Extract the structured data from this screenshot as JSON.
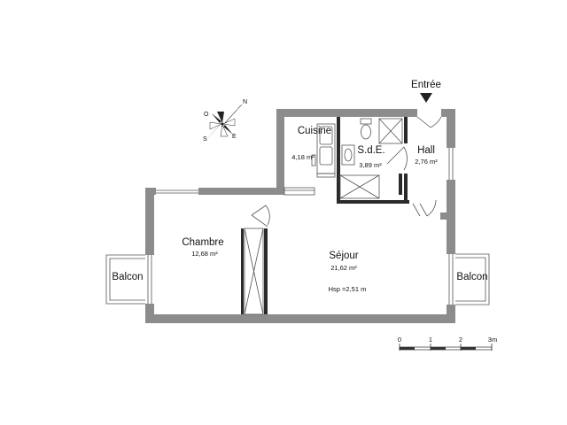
{
  "entrance": {
    "label": "Entrée"
  },
  "compass": {
    "n": "N",
    "s": "S",
    "e": "E",
    "o": "O"
  },
  "rooms": {
    "cuisine": {
      "name": "Cuisine",
      "area": "4,18 m²"
    },
    "sde": {
      "name": "S.d.E.",
      "area": "3,89 m²"
    },
    "hall": {
      "name": "Hall",
      "area": "2,76 m²"
    },
    "chambre": {
      "name": "Chambre",
      "area": "12,68 m²"
    },
    "sejour": {
      "name": "Séjour",
      "area": "21,62 m²",
      "height": "Hsp =2,51 m"
    },
    "balcon_left": {
      "name": "Balcon"
    },
    "balcon_right": {
      "name": "Balcon"
    }
  },
  "scale": {
    "ticks": [
      "0",
      "1",
      "2",
      "3m"
    ]
  },
  "colors": {
    "wall": "#8c8c8c",
    "wall_dark": "#2a2a2a",
    "text": "#111111"
  }
}
